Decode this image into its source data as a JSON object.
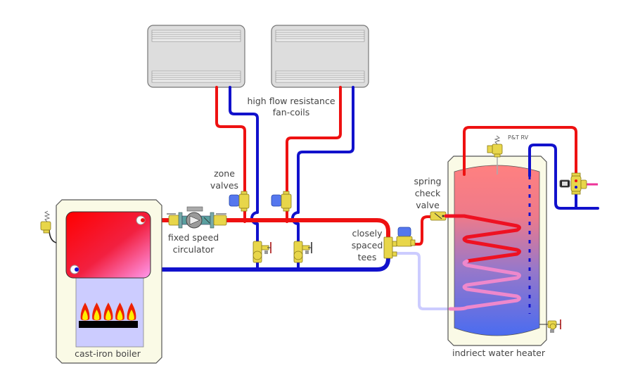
{
  "diagram": {
    "title": "Hydronic system with fan-coils and indirect water heater",
    "labels": {
      "fan_coils_line1": "high flow resistance",
      "fan_coils_line2": "fan-coils",
      "zone_valves_line1": "zone",
      "zone_valves_line2": "valves",
      "circulator_line1": "fixed speed",
      "circulator_line2": "circulator",
      "tees_line1": "closely",
      "tees_line2": "spaced",
      "tees_line3": "tees",
      "check_valve_line1": "spring",
      "check_valve_line2": "check",
      "check_valve_line3": "valve",
      "ptrv": "P&T RV",
      "boiler": "cast-iron boiler",
      "water_heater": "indriect water heater"
    },
    "components": [
      {
        "id": "fan-coil-1",
        "type": "fan-coil"
      },
      {
        "id": "fan-coil-2",
        "type": "fan-coil"
      },
      {
        "id": "zone-valve-1",
        "type": "zone-valve"
      },
      {
        "id": "zone-valve-2",
        "type": "zone-valve"
      },
      {
        "id": "circulator",
        "type": "fixed-speed-circulator"
      },
      {
        "id": "boiler",
        "type": "cast-iron-boiler",
        "burners": 5
      },
      {
        "id": "closely-spaced-tees",
        "type": "tees"
      },
      {
        "id": "dhw-circulator",
        "type": "circulator"
      },
      {
        "id": "spring-check-valve",
        "type": "check-valve"
      },
      {
        "id": "indirect-water-heater",
        "type": "tank",
        "coil_turns": 4
      },
      {
        "id": "ptrv",
        "type": "pressure-temperature-relief-valve"
      },
      {
        "id": "mixing-valve",
        "type": "thermostatic-mixing-valve"
      }
    ],
    "colors": {
      "supply": "#ee1111",
      "return": "#1111cc",
      "coil_return": "#ccccff",
      "boiler_cabinet": "#fafae6",
      "brass": "#e8d64a"
    }
  }
}
